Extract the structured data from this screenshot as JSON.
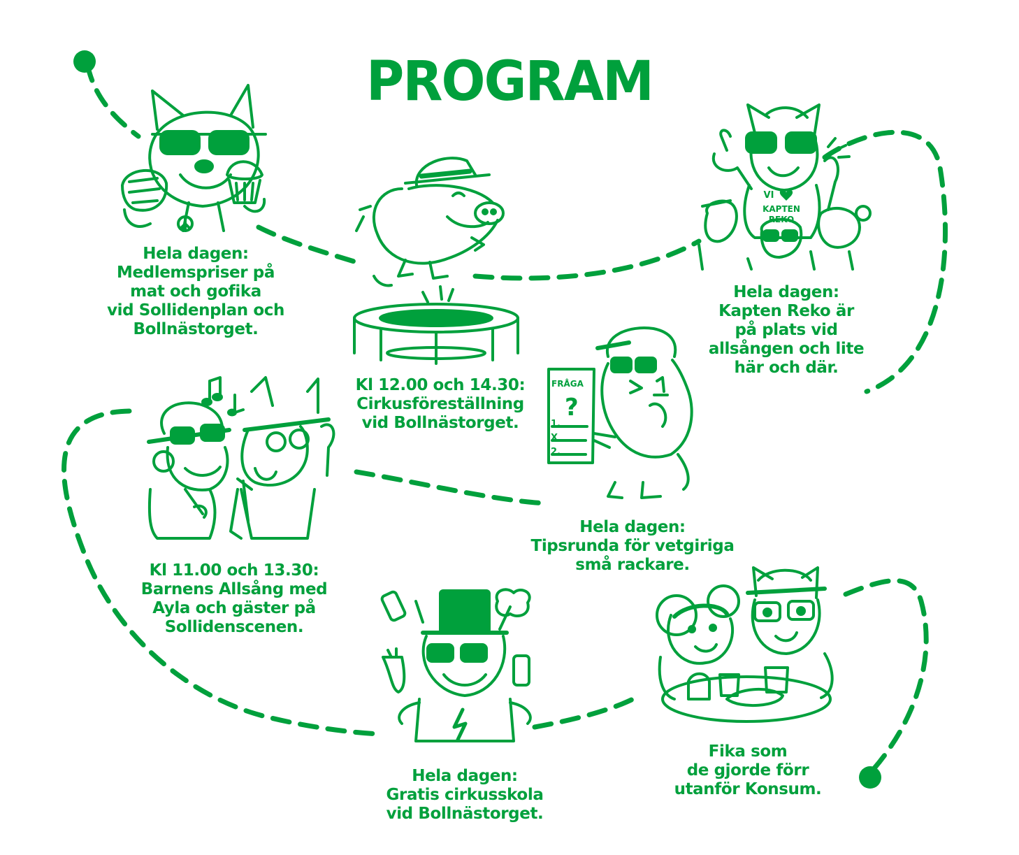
{
  "title": "PROGRAM",
  "accent_color": "#00a03c",
  "events": [
    {
      "id": "fox",
      "illustration": "fox-with-sunglasses-holding-burrito-and-cupcake",
      "lines": [
        "Hela dagen:",
        "Medlemspriser på",
        "mat och gofika",
        "vid Sollidenplan och",
        "Bollnästorget."
      ]
    },
    {
      "id": "boar",
      "illustration": "boar-with-hat-jumping-on-trampoline",
      "lines": [
        "Kl 12.00 och 14.30:",
        "Cirkusföreställning",
        "vid Bollnästorget."
      ]
    },
    {
      "id": "lynx",
      "illustration": "lynx-captain-reko-with-friends",
      "shirt_text": [
        "VI",
        "KAPTEN",
        "REKO"
      ],
      "lines": [
        "Hela dagen:",
        "Kapten Reko är",
        "på plats vid",
        "allsången och lite",
        "här och där."
      ]
    },
    {
      "id": "singers",
      "illustration": "cow-and-horse-singing-with-microphones",
      "lines": [
        "Kl 11.00 och 13.30:",
        "Barnens Allsång med",
        "Ayla och gäster på",
        "Sollidenscenen."
      ]
    },
    {
      "id": "owl",
      "illustration": "bird-with-cap-holding-quiz-sheet",
      "sheet_text": [
        "FRÅGA",
        "?",
        "1.",
        "X",
        "2."
      ],
      "lines": [
        "Hela dagen:",
        "Tipsrunda för vetgiriga",
        "små rackare."
      ]
    },
    {
      "id": "rabbit",
      "illustration": "rabbit-in-top-hat-juggling",
      "lines": [
        "Hela dagen:",
        "Gratis cirkusskola",
        "vid Bollnästorget."
      ]
    },
    {
      "id": "fika",
      "illustration": "mouse-and-cat-having-fika",
      "lines": [
        "Fika som",
        "de gjorde förr",
        "utanför Konsum."
      ]
    }
  ]
}
